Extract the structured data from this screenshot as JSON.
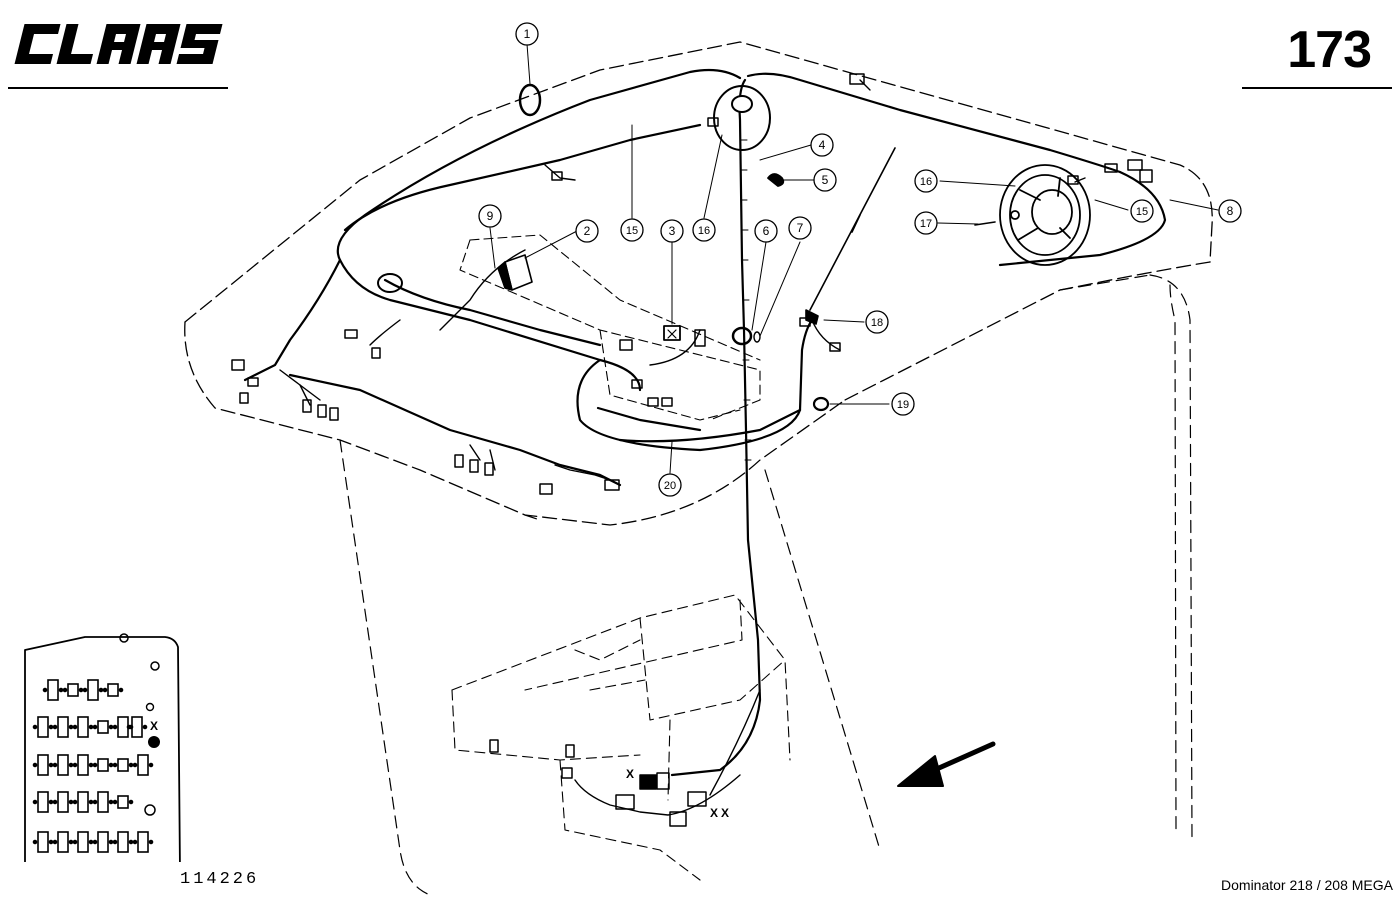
{
  "header": {
    "brand_name": "CLAAS",
    "page_number": "173"
  },
  "footer": {
    "drawing_number": "114226",
    "model": "Dominator 218 / 208 MEGA"
  },
  "callouts": [
    "1",
    "2",
    "3",
    "4",
    "5",
    "6",
    "7",
    "8",
    "9",
    "15",
    "15",
    "16",
    "16",
    "17",
    "18",
    "19",
    "20"
  ],
  "panel_labels": {
    "x_mark": "X"
  },
  "connector_labels": {
    "x": "X",
    "xx": "XX"
  }
}
